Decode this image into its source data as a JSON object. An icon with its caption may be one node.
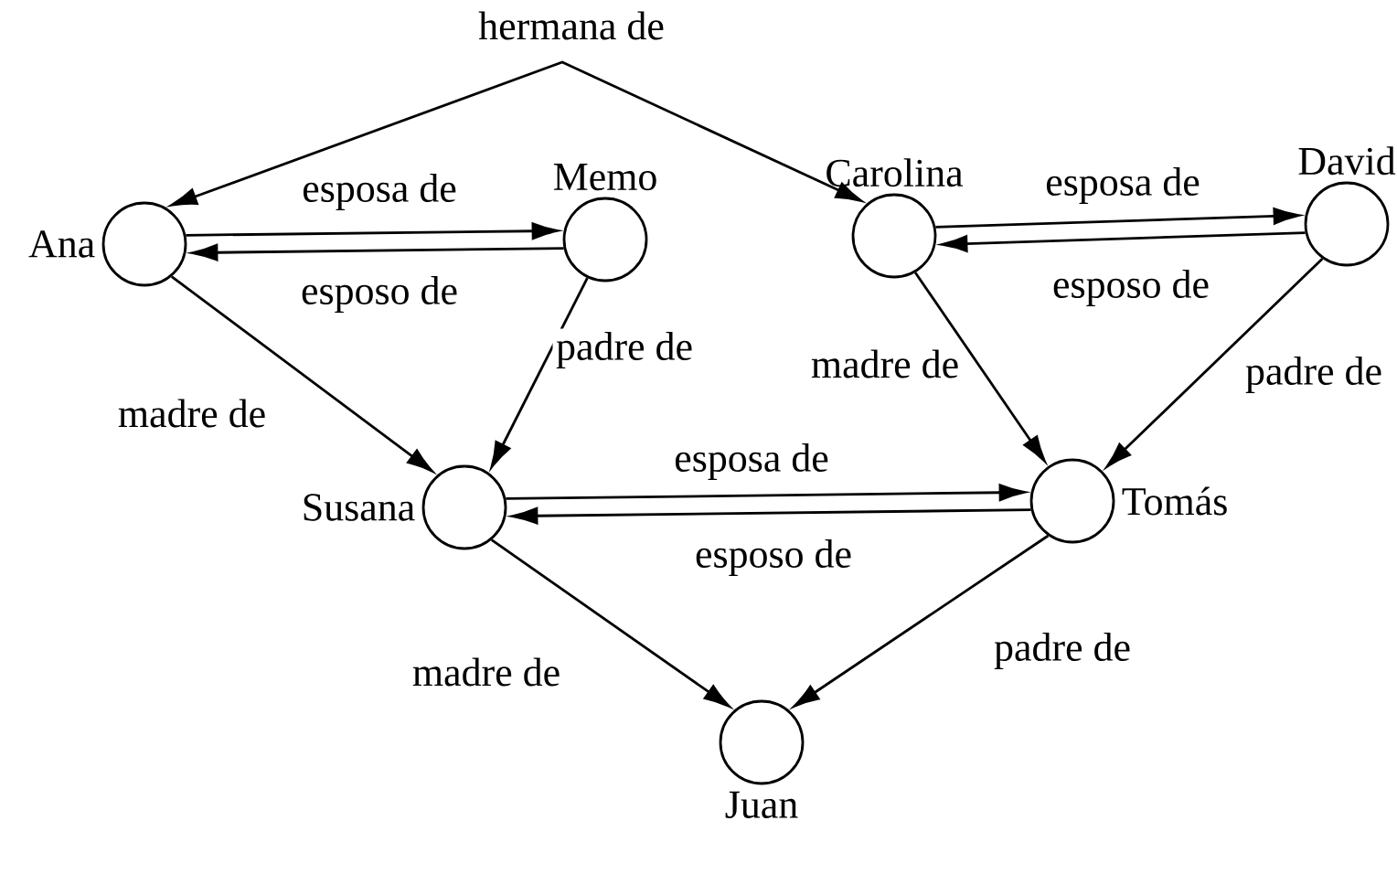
{
  "diagram": {
    "nodes": [
      {
        "text": [
          "Ana"
        ]
      },
      {
        "text": [
          "Memo"
        ]
      },
      {
        "text": [
          "Carolina"
        ]
      },
      {
        "text": [
          "David"
        ]
      },
      {
        "text": [
          "Susana"
        ]
      },
      {
        "text": [
          "Tomás"
        ]
      },
      {
        "text": [
          "Juan"
        ]
      }
    ],
    "edges": [
      {
        "from": 0,
        "to": 1,
        "arrow": "to",
        "label": "esposa de"
      },
      {
        "from": 1,
        "to": 0,
        "arrow": "to",
        "label": "esposo de"
      },
      {
        "from": 0,
        "to": 4,
        "arrow": "to",
        "label": "madre de"
      },
      {
        "from": 1,
        "to": 4,
        "arrow": "to",
        "label": "padre de"
      },
      {
        "from": 2,
        "to": 3,
        "arrow": "to",
        "label": "esposa de"
      },
      {
        "from": 3,
        "to": 2,
        "arrow": "to",
        "label": "esposo de"
      },
      {
        "from": 2,
        "to": 5,
        "arrow": "to",
        "label": "madre de"
      },
      {
        "from": 3,
        "to": 5,
        "arrow": "to",
        "label": "padre de"
      },
      {
        "from": 4,
        "to": 5,
        "arrow": "to",
        "label": "esposa de"
      },
      {
        "from": 5,
        "to": 4,
        "arrow": "to",
        "label": "esposo de"
      },
      {
        "from": 4,
        "to": 6,
        "arrow": "to",
        "label": "madre de"
      },
      {
        "from": 5,
        "to": 6,
        "arrow": "to",
        "label": "padre de"
      },
      {
        "from": 0,
        "to": 2,
        "arrow": "both",
        "label": "hermana de"
      }
    ]
  }
}
